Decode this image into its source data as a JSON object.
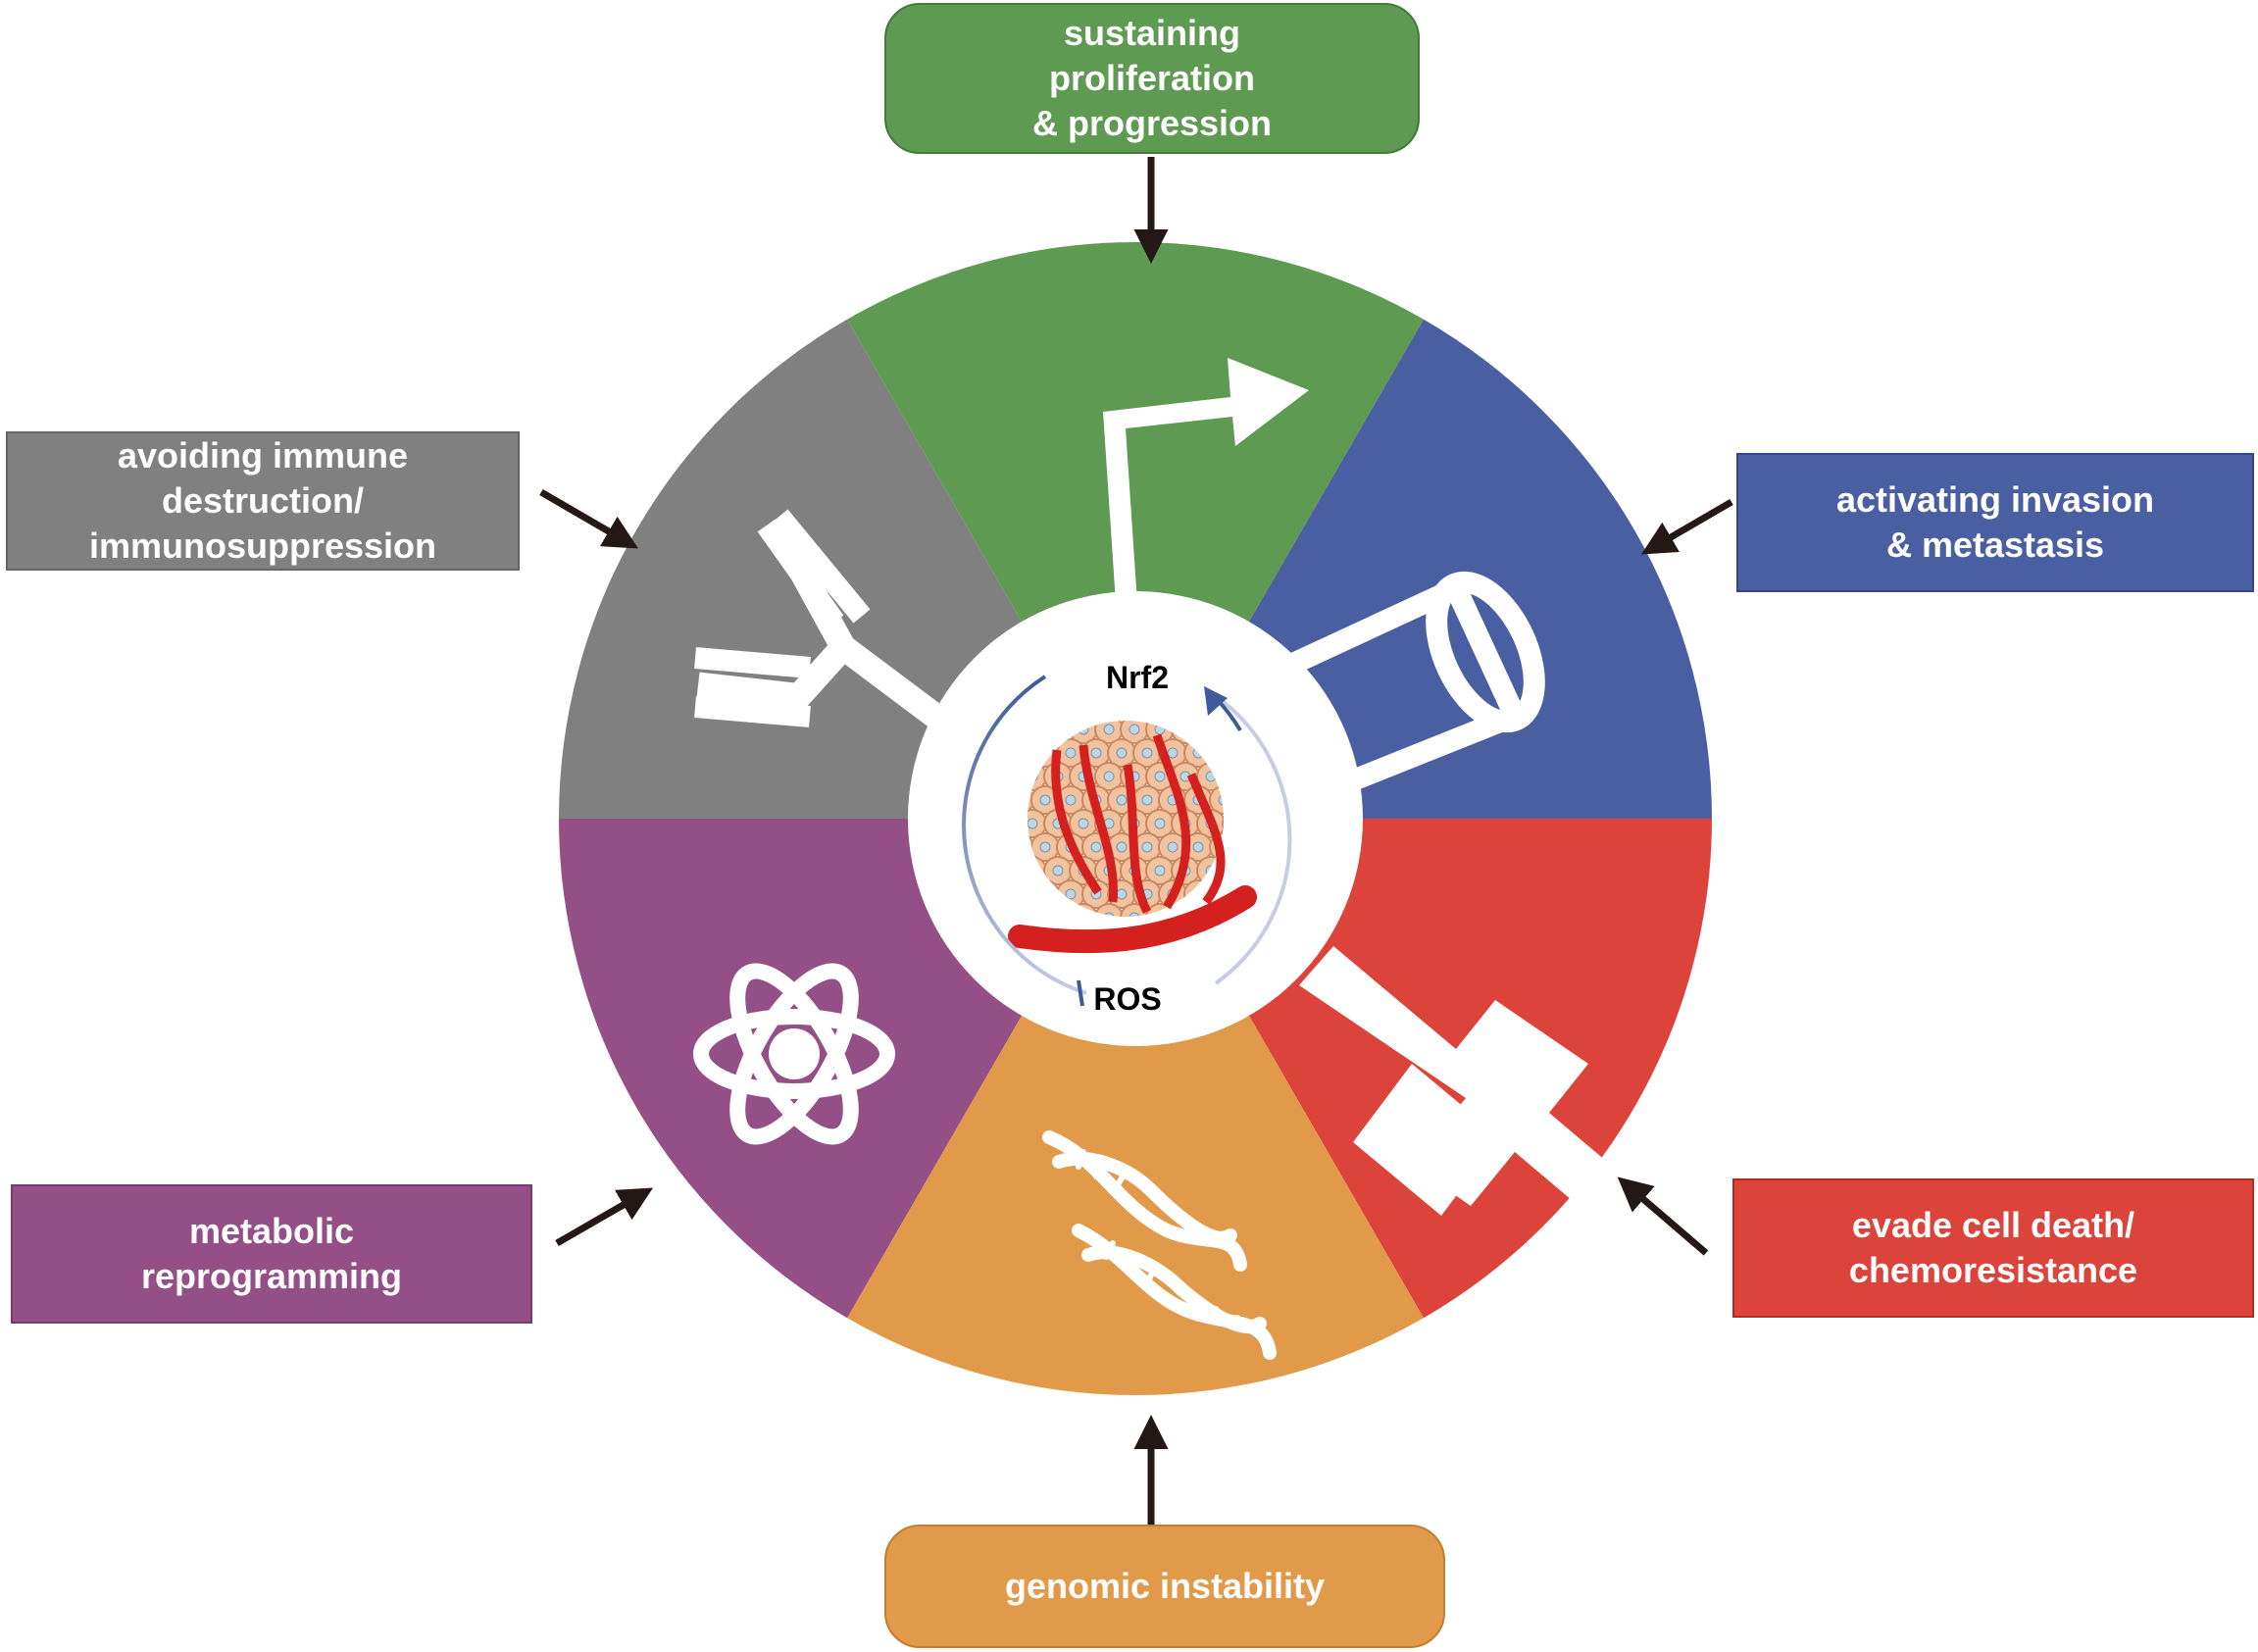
{
  "colors": {
    "green": "#5e9a51",
    "blue": "#4a5fa2",
    "red": "#dc433a",
    "orange": "#e19a4a",
    "purple": "#944f86",
    "gray": "#808080",
    "arrow": "#231815",
    "cycle_arrow": "#3d5a9a",
    "vessel": "#d4201f",
    "cell": "#f3c39f"
  },
  "hallmarks": {
    "proliferation": {
      "label": "sustaining\nproliferation\n& progression",
      "icon": "bent-arrow-icon",
      "color": "green"
    },
    "invasion": {
      "label": "activating invasion\n& metastasis",
      "icon": "tube-icon",
      "color": "blue"
    },
    "cell_death": {
      "label": "evade cell death/\nchemoresistance",
      "icon": "cross-icon",
      "color": "red"
    },
    "genomic": {
      "label": "genomic instability",
      "icon": "dna-icon",
      "color": "orange"
    },
    "metabolic": {
      "label": "metabolic\nreprogramming",
      "icon": "atom-icon",
      "color": "purple"
    },
    "immune": {
      "label": "avoiding immune\ndestruction/\nimmunosuppression",
      "icon": "antibody-icon",
      "color": "gray"
    }
  },
  "center": {
    "top_label": "Nrf2",
    "bottom_label": "ROS",
    "icon": "tumor-icon"
  }
}
